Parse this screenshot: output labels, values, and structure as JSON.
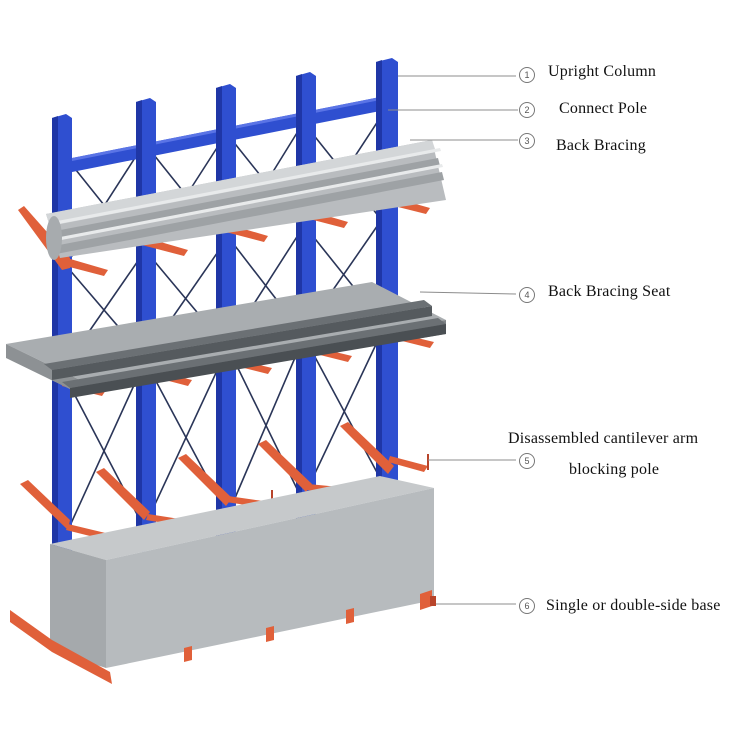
{
  "callouts": [
    {
      "number": "1",
      "label": "Upright Column"
    },
    {
      "number": "2",
      "label": "Connect Pole"
    },
    {
      "number": "3",
      "label": "Back Bracing"
    },
    {
      "number": "4",
      "label": "Back Bracing Seat"
    },
    {
      "number": "5",
      "label_line1": "Disassembled cantilever arm",
      "label_line2": "blocking pole"
    },
    {
      "number": "6",
      "label": "Single or double-side base"
    }
  ],
  "colors": {
    "column": "#2f4fd0",
    "column_dark": "#1f36a6",
    "arm": "#e0603a",
    "arm_dark": "#b8442a",
    "pipe": "#b9bcbf",
    "plate": "#a9adb0",
    "channel": "#555a5e",
    "base_box": "#b7bbbe",
    "bracing": "#2a3558",
    "leader": "#8c8c8c"
  }
}
